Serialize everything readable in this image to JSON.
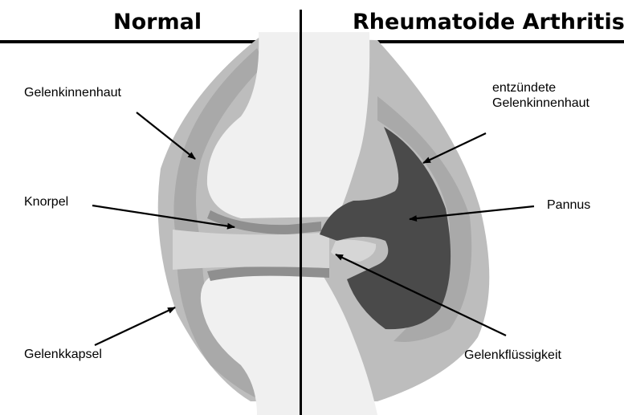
{
  "header": {
    "left_title": "Normal",
    "right_title": "Rheumatoide Arthritis"
  },
  "labels": {
    "synovium": "Gelenkinnenhaut",
    "inflamed_synovium_line1": "entzündete",
    "inflamed_synovium_line2": "Gelenkinnenhaut",
    "cartilage": "Knorpel",
    "pannus": "Pannus",
    "joint_capsule": "Gelenkkapsel",
    "synovial_fluid": "Gelenkflüssigkeit"
  },
  "colors": {
    "capsule": "#bdbdbd",
    "synovium": "#a9a9a9",
    "bone": "#f0f0f0",
    "cartilage": "#8f8f8f",
    "pannus": "#4a4a4a",
    "fluid": "#d6d6d6",
    "ink": "#000000"
  }
}
